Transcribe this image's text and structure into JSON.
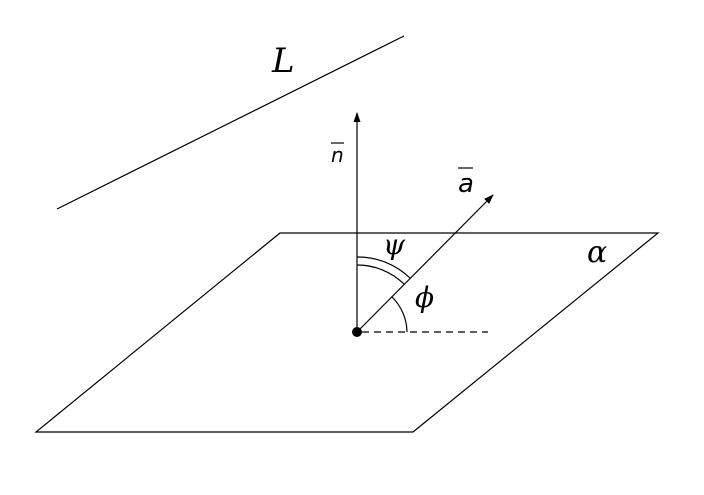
{
  "labels": {
    "line": "L",
    "normal": "n",
    "vector": "a",
    "psi": "ψ",
    "phi": "ϕ",
    "plane": "α"
  },
  "colors": {
    "ink": "#000000",
    "background": "#ffffff"
  }
}
